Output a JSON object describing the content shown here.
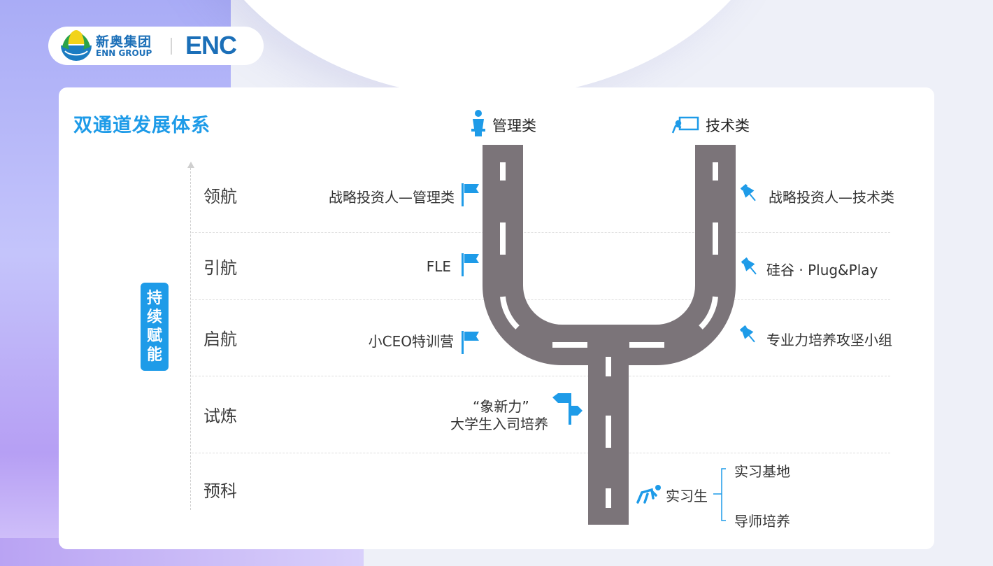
{
  "logo": {
    "cn": "新奥集团",
    "en": "ENN GROUP",
    "enc": "ENC"
  },
  "title": "双通道发展体系",
  "badge": [
    "持",
    "续",
    "赋",
    "能"
  ],
  "levels": [
    "领航",
    "引航",
    "启航",
    "试炼",
    "预科"
  ],
  "tracks": {
    "management": "管理类",
    "technical": "技术类"
  },
  "management_items": [
    "战略投资人—管理类",
    "FLE",
    "小CEO特训营"
  ],
  "technical_items": [
    "战略投资人—技术类",
    "硅谷 · Plug&Play",
    "专业力培养攻坚小组"
  ],
  "trial": {
    "line1": "“象新力”",
    "line2": "大学生入司培养"
  },
  "intern": {
    "label": "实习生",
    "branches": [
      "实习基地",
      "导师培养"
    ]
  },
  "colors": {
    "accent": "#1e9be8",
    "road": "#7b7479"
  }
}
